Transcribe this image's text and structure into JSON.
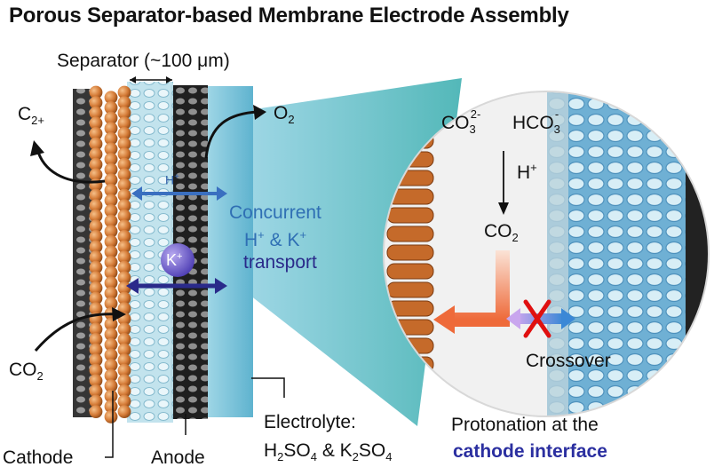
{
  "title": "Porous Separator-based Membrane Electrode Assembly",
  "separator_label": "Separator (~100 μm)",
  "species": {
    "c2": "C",
    "c2_sub": "2+",
    "o2": "O",
    "o2_sub": "2",
    "co2_in": "CO",
    "co2_in_sub": "2",
    "h_plus": "H",
    "h_plus_sup": "+",
    "k_plus": "K",
    "k_plus_sup": "+"
  },
  "transport": {
    "line1": "Concurrent",
    "line2_h": "H",
    "line2_mid": " & K",
    "line3": "transport"
  },
  "zoom": {
    "carbonate": "CO",
    "carbonate_sub": "3",
    "carbonate_sup": "2-",
    "bicarbonate": "HCO",
    "bicarbonate_sub": "3",
    "bicarbonate_sup": "-",
    "proton": "H",
    "proton_sup": "+",
    "co2": "CO",
    "co2_sub": "2",
    "crossover": "Crossover"
  },
  "labels": {
    "cathode": "Cathode",
    "anode": "Anode",
    "electrolyte_title": "Electrolyte:",
    "electrolyte_h": "H",
    "electrolyte_h_sub": "2",
    "electrolyte_so": "SO",
    "electrolyte_so_sub": "4",
    "electrolyte_and": " & K",
    "electrolyte_k_sub": "2",
    "electrolyte_so2": "SO",
    "electrolyte_so2_sub": "4",
    "protonation": "Protonation at the",
    "cathode_interface": "cathode interface"
  },
  "colors": {
    "cathode_particles": "#d27a35",
    "separator": "#a9d9e4",
    "anode": "#2b2b2b",
    "electrolyte": "#7fc3d9",
    "transport_text": "#2f6fb4",
    "interface_text": "#2b2fa0",
    "cross": "#e01010"
  }
}
